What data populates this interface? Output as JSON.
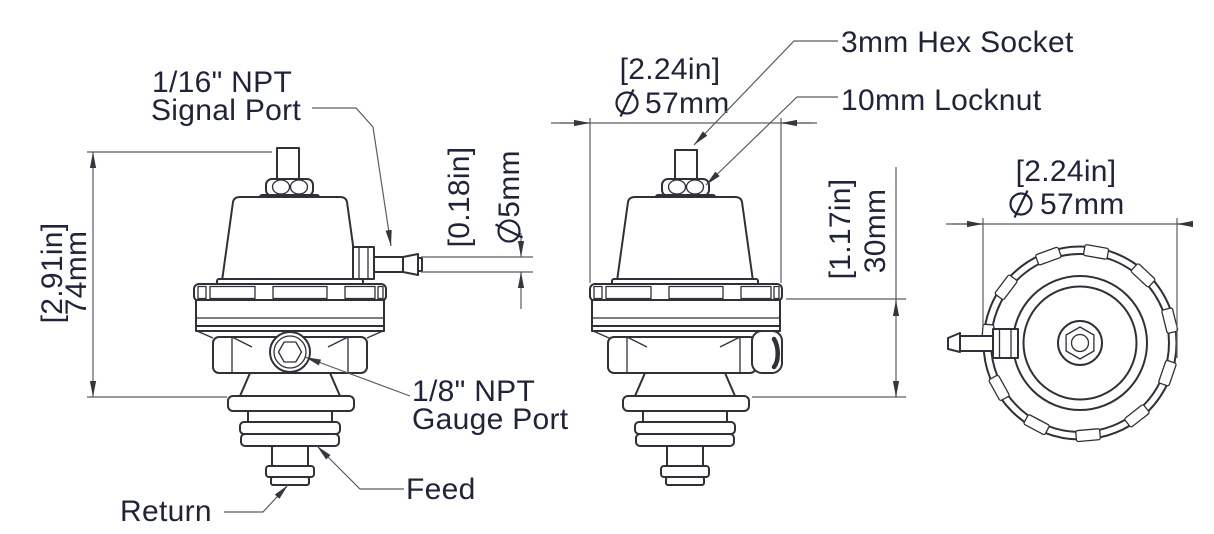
{
  "drawing": {
    "title": "Fuel pressure regulator dimensioned drawing, three views",
    "colors": {
      "background": "#ffffff",
      "object_line": "#2f3038",
      "dimension_line": "#5c5c64",
      "text": "#20243a"
    },
    "labels": {
      "signal_port": {
        "line1": "1/16\" NPT",
        "line2": "Signal Port"
      },
      "hex_socket": "3mm Hex Socket",
      "locknut": "10mm Locknut",
      "gauge_port": {
        "line1": "1/8\" NPT",
        "line2": "Gauge Port"
      },
      "return_port": "Return",
      "feed_port": "Feed"
    },
    "dimensions": {
      "overall_height": {
        "bracket": "[2.91in]",
        "metric": "74mm"
      },
      "signal_barb_diameter": {
        "bracket": "[0.18in]",
        "symbol": "⌀",
        "metric": "5mm"
      },
      "body_diameter_front": {
        "bracket": "[2.24in]",
        "symbol": "⌀",
        "metric": "57mm"
      },
      "lower_body_height": {
        "bracket": "[1.17in]",
        "metric": "30mm"
      },
      "body_diameter_top": {
        "bracket": "[2.24in]",
        "symbol": "⌀",
        "metric": "57mm"
      }
    }
  }
}
